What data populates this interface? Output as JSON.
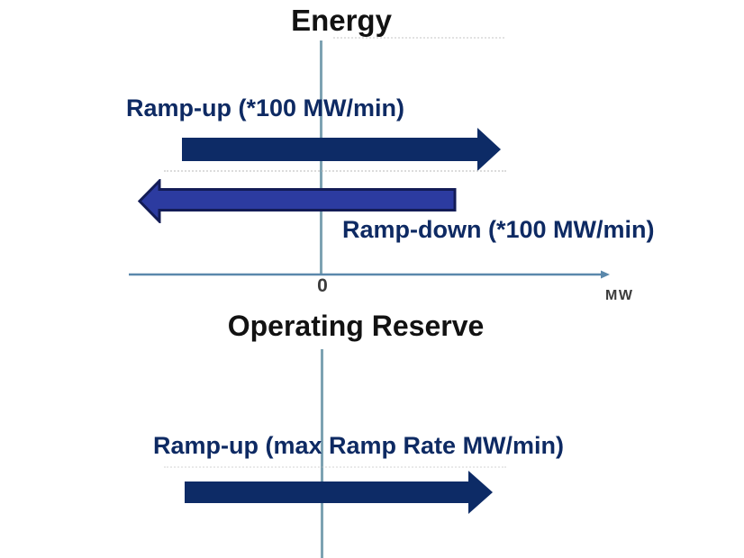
{
  "colors": {
    "arrow-dark": "#0d2b66",
    "arrow-medium": "#2c3ba0",
    "arrow-medium-border": "#131c56",
    "axis-h": "#5a88ab",
    "axis-v": "#7da2b2",
    "label-navy": "#0e2a63",
    "title-text": "#121212",
    "axis-text": "#3c3c3c"
  },
  "energy": {
    "title": "Energy",
    "ramp_up_label": "Ramp-up (*100 MW/min)",
    "ramp_down_label": "Ramp-down (*100 MW/min)",
    "origin_label": "0",
    "axis_unit": "MW",
    "arrows": [
      {
        "name": "ramp-up",
        "direction": "right",
        "style": "solid-dark",
        "crosses_zero": true
      },
      {
        "name": "ramp-down",
        "direction": "left",
        "style": "outlined-medium",
        "crosses_zero": true
      }
    ]
  },
  "operating_reserve": {
    "title": "Operating Reserve",
    "ramp_up_label": "Ramp-up (max Ramp Rate MW/min)",
    "arrows": [
      {
        "name": "ramp-up",
        "direction": "right",
        "style": "solid-dark",
        "crosses_zero": true
      }
    ]
  }
}
